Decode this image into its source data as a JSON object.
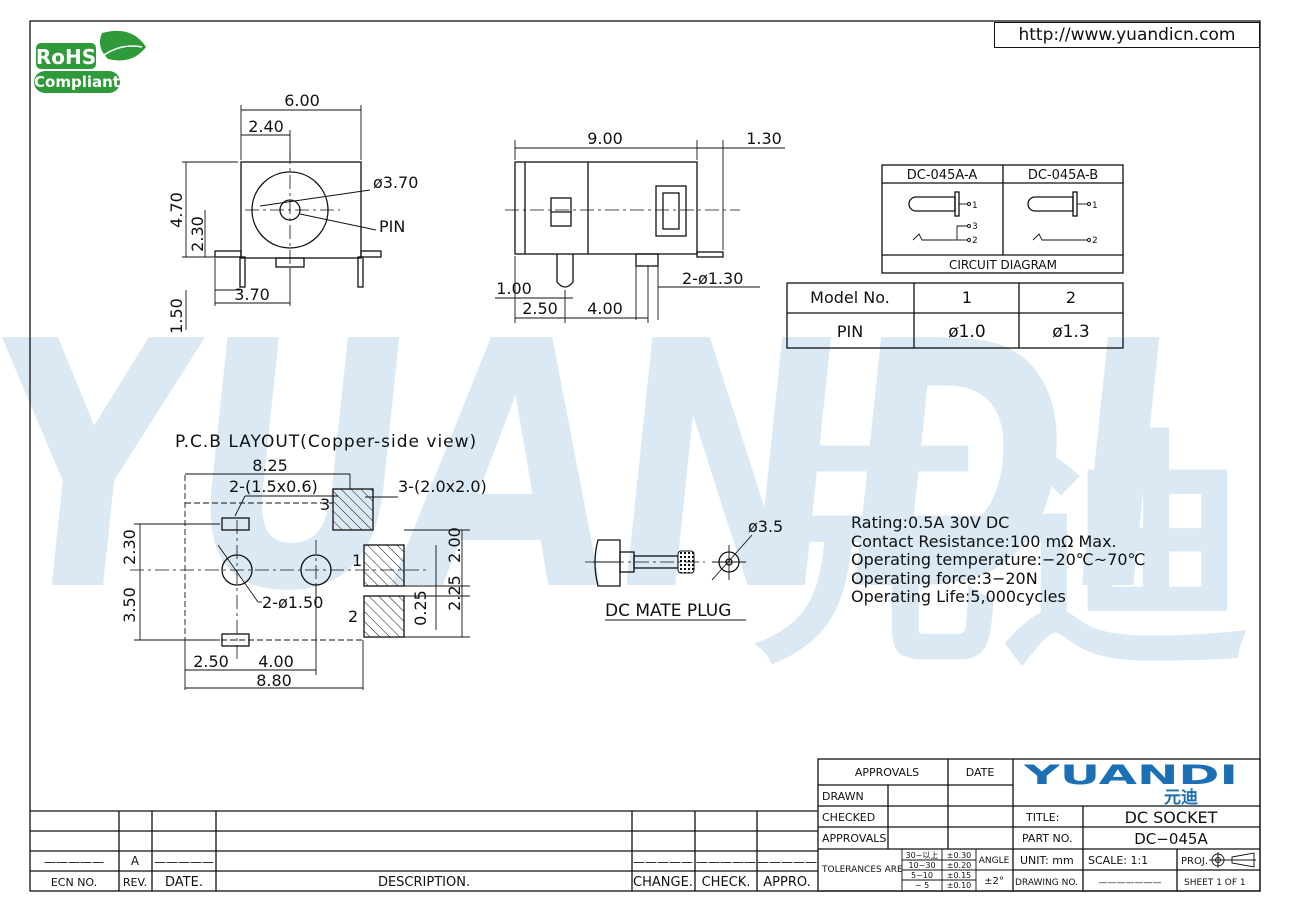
{
  "url": "http://www.yuandicn.com",
  "rohs": {
    "line1": "RoHS",
    "line2": "Compliant"
  },
  "watermark": {
    "latin": "YUANDI",
    "chinese": "元迪"
  },
  "front_view": {
    "dim_width": "6.00",
    "dim_center": "2.40",
    "dim_height": "4.70",
    "dim_center_h": "2.30",
    "dim_pin_h": "1.50",
    "dim_pin_x": "3.70",
    "dim_hole": "ø3.70",
    "pin_label": "PIN"
  },
  "side_view": {
    "dim_length": "9.00",
    "dim_tab": "1.30",
    "dim_pins": "2-ø1.30",
    "dim_offset": "1.00",
    "dim_pin1": "2.50",
    "dim_pin2": "4.00"
  },
  "circuit": {
    "col_a": "DC-045A-A",
    "col_b": "DC-045A-B",
    "caption": "CIRCUIT  DIAGRAM",
    "n1": "1",
    "n2": "2",
    "n3": "3"
  },
  "model_table": {
    "header": "Model No.",
    "models": [
      "1",
      "2"
    ],
    "row_label": "PIN",
    "values": [
      "ø1.0",
      "ø1.3"
    ]
  },
  "pcb": {
    "title": "P.C.B  LAYOUT(Copper-side view)",
    "dim_825": "8.25",
    "slot_label": "2-(1.5x0.6)",
    "pad_label": "3-(2.0x2.0)",
    "dim_230": "2.30",
    "dim_350": "3.50",
    "hole_label": "2-ø1.50",
    "dim_200": "2.00",
    "dim_225": "2.25",
    "dim_025": "0.25",
    "dim_250": "2.50",
    "dim_400": "4.00",
    "dim_880": "8.80",
    "pad1": "1",
    "pad2": "2",
    "pad3": "3"
  },
  "plug": {
    "dim": "ø3.5",
    "caption": "DC  MATE  PLUG"
  },
  "specs": [
    "Rating:0.5A  30V  DC",
    "Contact  Resistance:100  mΩ  Max.",
    "Operating  temperature:−20℃~70℃",
    "Operating  force:3−20N",
    "Operating  Life:5,000cycles"
  ],
  "title_block": {
    "approvals": "APPROVALS",
    "date": "DATE",
    "drawn": "DRAWN",
    "checked": "CHECKED",
    "approvals2": "APPROVALS",
    "tolerances": "TOLERANCES  ARE",
    "tol_ranges": [
      "30~以上",
      "10~30",
      "5~10",
      "~ 5"
    ],
    "tol_values": [
      "±0.30",
      "±0.20",
      "±0.15",
      "±0.10"
    ],
    "angle": "ANGLE",
    "angle_val": "±2°",
    "logo": "YUANDI",
    "logo_cn": "元迪",
    "title_label": "TITLE:",
    "title_value": "DC SOCKET",
    "part_label": "PART  NO.",
    "part_value": "DC−045A",
    "unit": "UNIT:  mm",
    "scale": "SCALE:    1:1",
    "proj": "PROJ.",
    "drawing_label": "DRAWING  NO.",
    "drawing_value": "———————",
    "sheet": "SHEET    1  OF  1"
  },
  "revision": {
    "ecn": "ECN  NO.",
    "rev": "REV.",
    "date": "DATE.",
    "description": "DESCRIPTION.",
    "change": "CHANGE.",
    "check": "CHECK.",
    "appro": "APPRO.",
    "rev_value": "A",
    "dash": "—————"
  }
}
